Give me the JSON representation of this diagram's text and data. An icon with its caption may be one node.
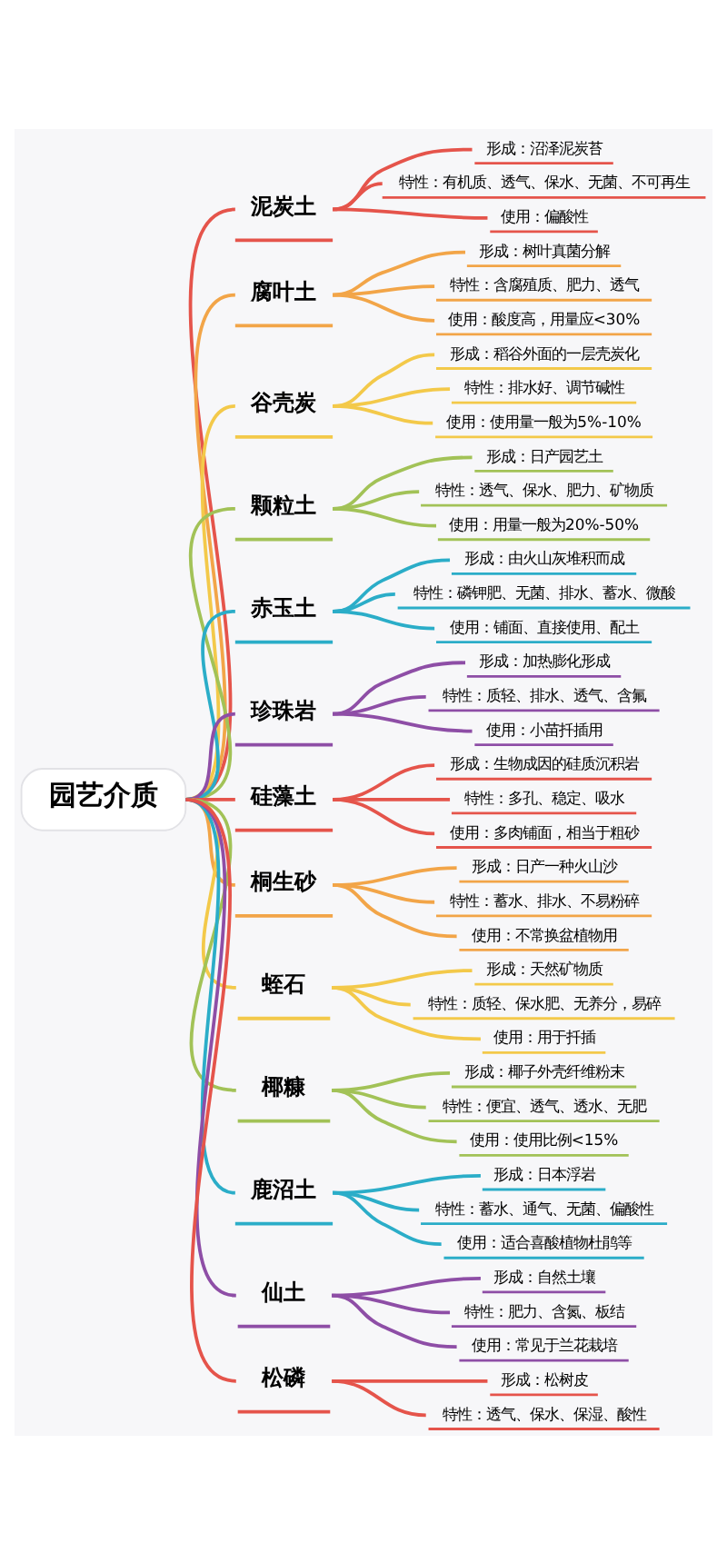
{
  "diagram": {
    "nodes": [
      {
        "text": [
          "园艺介质"
        ]
      },
      {
        "text": [
          "泥炭土"
        ]
      },
      {
        "text": [
          "形成：沼泽泥炭苔"
        ]
      },
      {
        "text": [
          "特性：有机质、透气、保水、无菌、不可再生"
        ]
      },
      {
        "text": [
          "使用：偏酸性"
        ]
      },
      {
        "text": [
          "腐叶土"
        ]
      },
      {
        "text": [
          "形成：树叶真菌分解"
        ]
      },
      {
        "text": [
          "特性：含腐殖质、肥力、透气"
        ]
      },
      {
        "text": [
          "使用：酸度高，用量应<30%"
        ]
      },
      {
        "text": [
          "谷壳炭"
        ]
      },
      {
        "text": [
          "形成：稻谷外面的一层壳炭化"
        ]
      },
      {
        "text": [
          "特性：排水好、调节碱性"
        ]
      },
      {
        "text": [
          "使用：使用量一般为5%-10%"
        ]
      },
      {
        "text": [
          "颗粒土"
        ]
      },
      {
        "text": [
          "形成：日产园艺土"
        ]
      },
      {
        "text": [
          "特性：透气、保水、肥力、矿物质"
        ]
      },
      {
        "text": [
          "使用：用量一般为20%-50%"
        ]
      },
      {
        "text": [
          "赤玉土"
        ]
      },
      {
        "text": [
          "形成：由火山灰堆积而成"
        ]
      },
      {
        "text": [
          "特性：磷钾肥、无菌、排水、蓄水、微酸"
        ]
      },
      {
        "text": [
          "使用：铺面、直接使用、配土"
        ]
      },
      {
        "text": [
          "珍珠岩"
        ]
      },
      {
        "text": [
          "形成：加热膨化形成"
        ]
      },
      {
        "text": [
          "特性：质轻、排水、透气、含氟"
        ]
      },
      {
        "text": [
          "使用：小苗扦插用"
        ]
      },
      {
        "text": [
          "硅藻土"
        ]
      },
      {
        "text": [
          "形成：生物成因的硅质沉积岩"
        ]
      },
      {
        "text": [
          "特性：多孔、稳定、吸水"
        ]
      },
      {
        "text": [
          "使用：多肉铺面，相当于粗砂"
        ]
      },
      {
        "text": [
          "桐生砂"
        ]
      },
      {
        "text": [
          "形成：日产一种火山沙"
        ]
      },
      {
        "text": [
          "特性：蓄水、排水、不易粉碎"
        ]
      },
      {
        "text": [
          "使用：不常换盆植物用"
        ]
      },
      {
        "text": [
          "蛭石"
        ]
      },
      {
        "text": [
          "形成：天然矿物质"
        ]
      },
      {
        "text": [
          "特性：质轻、保水肥、无养分，易碎"
        ]
      },
      {
        "text": [
          "使用：用于扦插"
        ]
      },
      {
        "text": [
          "椰糠"
        ]
      },
      {
        "text": [
          "形成：椰子外壳纤维粉末"
        ]
      },
      {
        "text": [
          "特性：便宜、透气、透水、无肥"
        ]
      },
      {
        "text": [
          "使用：使用比例<15%"
        ]
      },
      {
        "text": [
          "鹿沼土"
        ]
      },
      {
        "text": [
          "形成：日本浮岩"
        ]
      },
      {
        "text": [
          "特性：蓄水、通气、无菌、偏酸性"
        ]
      },
      {
        "text": [
          "使用：适合喜酸植物杜鹃等"
        ]
      },
      {
        "text": [
          "仙土"
        ]
      },
      {
        "text": [
          "形成：自然土壤"
        ]
      },
      {
        "text": [
          "特性：肥力、含氮、板结"
        ]
      },
      {
        "text": [
          "使用：常见于兰花栽培"
        ]
      },
      {
        "text": [
          "松磷"
        ]
      },
      {
        "text": [
          "形成：松树皮"
        ]
      },
      {
        "text": [
          "特性：透气、保水、保湿、酸性"
        ]
      }
    ],
    "edges": [
      {
        "from": 0,
        "to": 1,
        "arrow": "none",
        "color": "#e5544b"
      },
      {
        "from": 1,
        "to": 2,
        "arrow": "none",
        "color": "#e5544b"
      },
      {
        "from": 1,
        "to": 3,
        "arrow": "none",
        "color": "#e5544b"
      },
      {
        "from": 1,
        "to": 4,
        "arrow": "none",
        "color": "#e5544b"
      },
      {
        "from": 0,
        "to": 5,
        "arrow": "none",
        "color": "#f2a548"
      },
      {
        "from": 5,
        "to": 6,
        "arrow": "none",
        "color": "#f2a548"
      },
      {
        "from": 5,
        "to": 7,
        "arrow": "none",
        "color": "#f2a548"
      },
      {
        "from": 5,
        "to": 8,
        "arrow": "none",
        "color": "#f2a548"
      },
      {
        "from": 0,
        "to": 9,
        "arrow": "none",
        "color": "#f3c94a"
      },
      {
        "from": 9,
        "to": 10,
        "arrow": "none",
        "color": "#f3c94a"
      },
      {
        "from": 9,
        "to": 11,
        "arrow": "none",
        "color": "#f3c94a"
      },
      {
        "from": 9,
        "to": 12,
        "arrow": "none",
        "color": "#f3c94a"
      },
      {
        "from": 0,
        "to": 13,
        "arrow": "none",
        "color": "#a2c257"
      },
      {
        "from": 13,
        "to": 14,
        "arrow": "none",
        "color": "#a2c257"
      },
      {
        "from": 13,
        "to": 15,
        "arrow": "none",
        "color": "#a2c257"
      },
      {
        "from": 13,
        "to": 16,
        "arrow": "none",
        "color": "#a2c257"
      },
      {
        "from": 0,
        "to": 17,
        "arrow": "none",
        "color": "#2badc8"
      },
      {
        "from": 17,
        "to": 18,
        "arrow": "none",
        "color": "#2badc8"
      },
      {
        "from": 17,
        "to": 19,
        "arrow": "none",
        "color": "#2badc8"
      },
      {
        "from": 17,
        "to": 20,
        "arrow": "none",
        "color": "#2badc8"
      },
      {
        "from": 0,
        "to": 21,
        "arrow": "none",
        "color": "#8e4ea6"
      },
      {
        "from": 21,
        "to": 22,
        "arrow": "none",
        "color": "#8e4ea6"
      },
      {
        "from": 21,
        "to": 23,
        "arrow": "none",
        "color": "#8e4ea6"
      },
      {
        "from": 21,
        "to": 24,
        "arrow": "none",
        "color": "#8e4ea6"
      },
      {
        "from": 0,
        "to": 25,
        "arrow": "none",
        "color": "#e5544b"
      },
      {
        "from": 25,
        "to": 26,
        "arrow": "none",
        "color": "#e5544b"
      },
      {
        "from": 25,
        "to": 27,
        "arrow": "none",
        "color": "#e5544b"
      },
      {
        "from": 25,
        "to": 28,
        "arrow": "none",
        "color": "#e5544b"
      },
      {
        "from": 0,
        "to": 29,
        "arrow": "none",
        "color": "#f2a548"
      },
      {
        "from": 29,
        "to": 30,
        "arrow": "none",
        "color": "#f2a548"
      },
      {
        "from": 29,
        "to": 31,
        "arrow": "none",
        "color": "#f2a548"
      },
      {
        "from": 29,
        "to": 32,
        "arrow": "none",
        "color": "#f2a548"
      },
      {
        "from": 0,
        "to": 33,
        "arrow": "none",
        "color": "#f3c94a"
      },
      {
        "from": 33,
        "to": 34,
        "arrow": "none",
        "color": "#f3c94a"
      },
      {
        "from": 33,
        "to": 35,
        "arrow": "none",
        "color": "#f3c94a"
      },
      {
        "from": 33,
        "to": 36,
        "arrow": "none",
        "color": "#f3c94a"
      },
      {
        "from": 0,
        "to": 37,
        "arrow": "none",
        "color": "#a2c257"
      },
      {
        "from": 37,
        "to": 38,
        "arrow": "none",
        "color": "#a2c257"
      },
      {
        "from": 37,
        "to": 39,
        "arrow": "none",
        "color": "#a2c257"
      },
      {
        "from": 37,
        "to": 40,
        "arrow": "none",
        "color": "#a2c257"
      },
      {
        "from": 0,
        "to": 41,
        "arrow": "none",
        "color": "#2badc8"
      },
      {
        "from": 41,
        "to": 42,
        "arrow": "none",
        "color": "#2badc8"
      },
      {
        "from": 41,
        "to": 43,
        "arrow": "none",
        "color": "#2badc8"
      },
      {
        "from": 41,
        "to": 44,
        "arrow": "none",
        "color": "#2badc8"
      },
      {
        "from": 0,
        "to": 45,
        "arrow": "none",
        "color": "#8e4ea6"
      },
      {
        "from": 45,
        "to": 46,
        "arrow": "none",
        "color": "#8e4ea6"
      },
      {
        "from": 45,
        "to": 47,
        "arrow": "none",
        "color": "#8e4ea6"
      },
      {
        "from": 45,
        "to": 48,
        "arrow": "none",
        "color": "#8e4ea6"
      },
      {
        "from": 0,
        "to": 49,
        "arrow": "none",
        "color": "#e5544b"
      },
      {
        "from": 49,
        "to": 50,
        "arrow": "none",
        "color": "#e5544b"
      },
      {
        "from": 49,
        "to": 51,
        "arrow": "none",
        "color": "#e5544b"
      }
    ]
  }
}
